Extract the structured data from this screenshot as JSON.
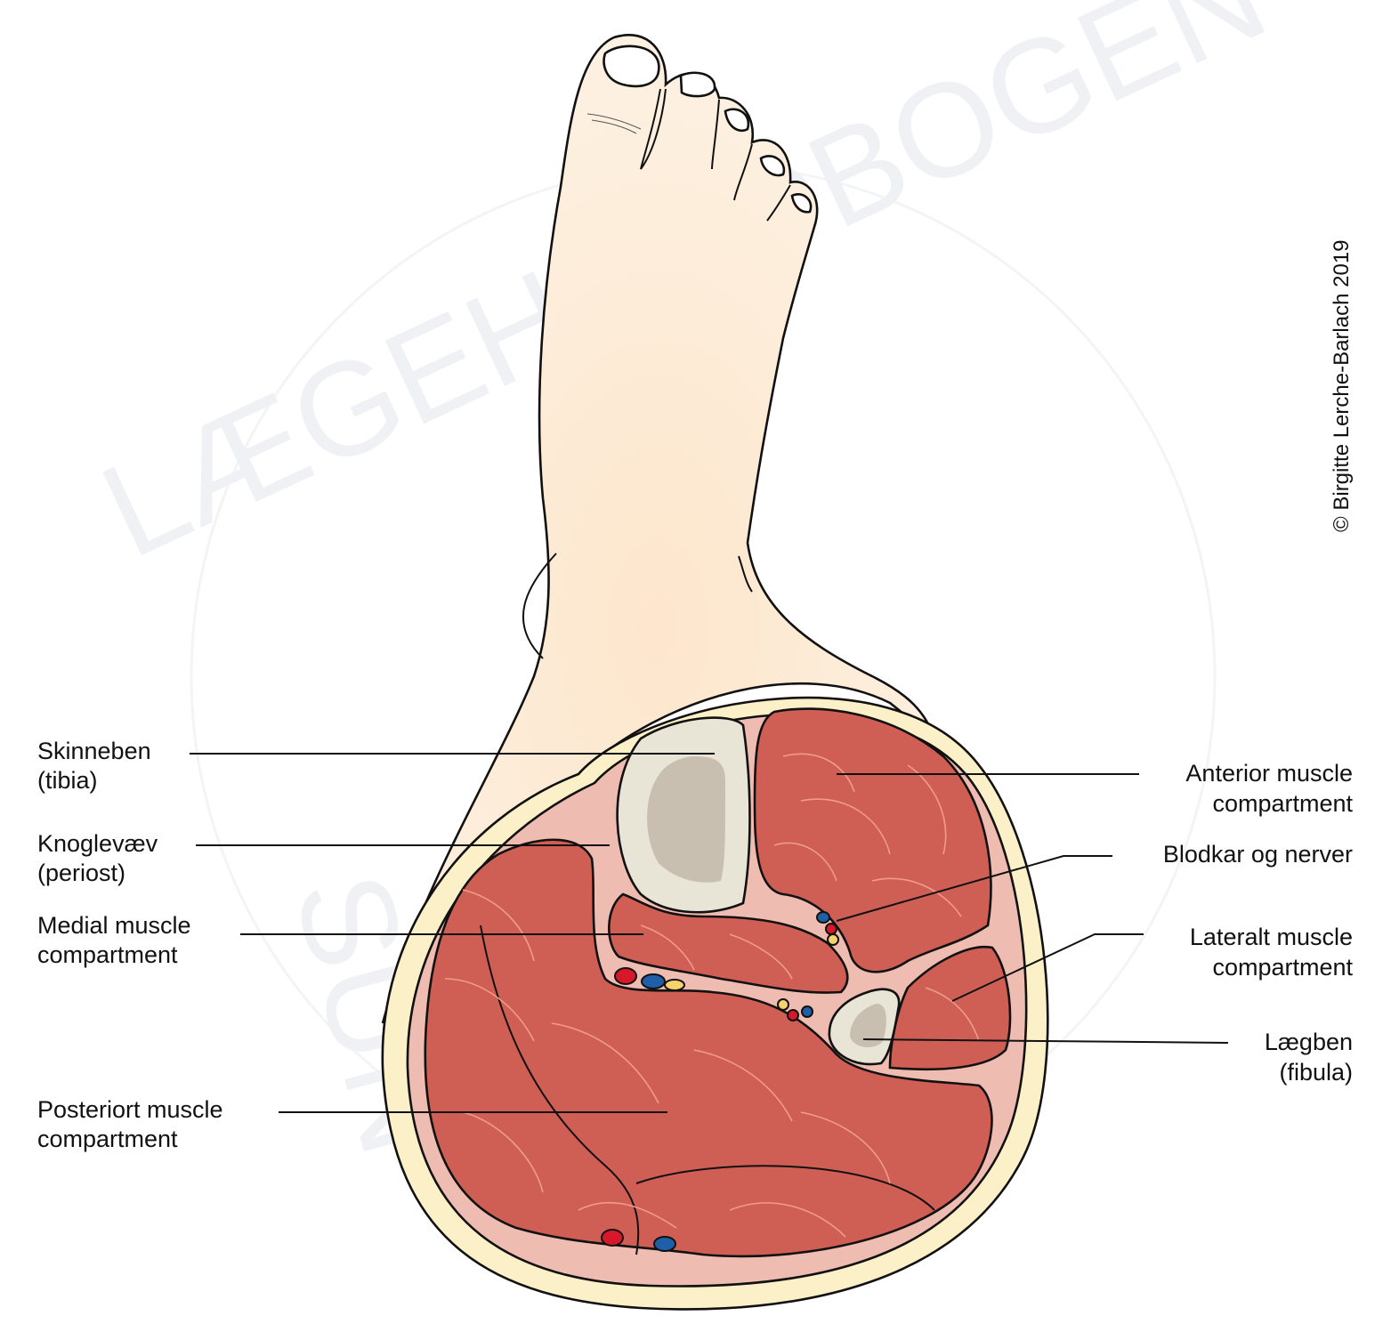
{
  "title": "Cross-section of the lower leg with compartments",
  "watermark": {
    "top": "LÆGEHÅNDBOGEN",
    "bottom": "SUN"
  },
  "copyright": "© Birgitte Lerche-Barlach 2019",
  "labels": {
    "tibia": [
      "Skinneben",
      "(tibia)"
    ],
    "periost": [
      "Knoglevæv",
      "(periost)"
    ],
    "medial": [
      "Medial muscle",
      "compartment"
    ],
    "posterior": [
      "Posteriort muscle",
      "compartment"
    ],
    "anterior": [
      "Anterior muscle",
      "compartment"
    ],
    "vessels": [
      "Blodkar og nerver"
    ],
    "lateral": [
      "Lateralt muscle",
      "compartment"
    ],
    "fibula": [
      "Lægben",
      "(fibula)"
    ]
  },
  "colors": {
    "skin": "#fdebd3",
    "fat": "#fcf0c8",
    "fascia": "#eebcb0",
    "muscle": "#cf5f55",
    "bone": "#e8e4d6",
    "marrow": "#c9bfb0",
    "artery": "#d7182a",
    "vein": "#1f5fa8",
    "nerve": "#f8d26a"
  }
}
